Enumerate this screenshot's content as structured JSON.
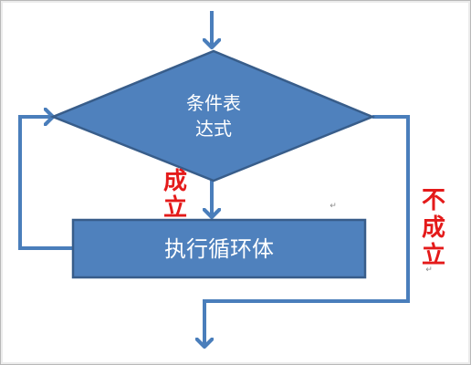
{
  "flowchart": {
    "condition": {
      "line1": "条件表",
      "line2": "达式"
    },
    "loop_body": "执行循环体",
    "true_branch": {
      "char1": "成",
      "char2": "立"
    },
    "false_branch": {
      "char1": "不",
      "char2": "成",
      "char3": "立"
    },
    "stray_marks": {
      "mark1": "↵",
      "mark2": "↵"
    }
  },
  "colors": {
    "shape_fill": "#4f81bd",
    "shape_border": "#385d8a",
    "connector": "#4a7ebb",
    "label_red": "#e41a1a",
    "node_text": "#ffffff"
  }
}
